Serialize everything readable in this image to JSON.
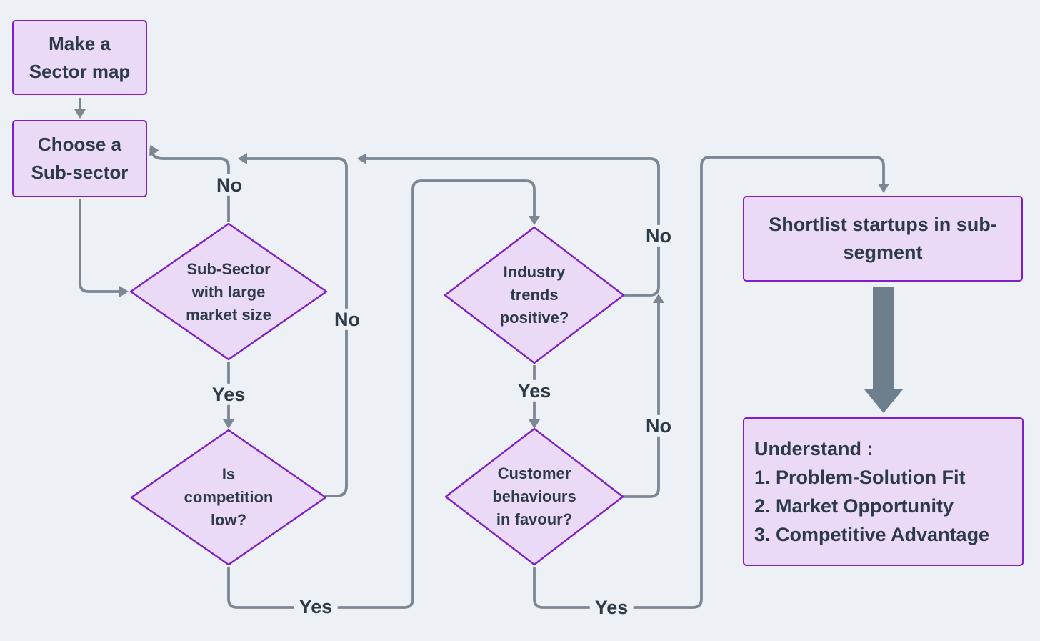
{
  "theme": {
    "bg": "#edf0f4",
    "node_fill": "#eadaf7",
    "node_border": "#7e1fc8",
    "line_color": "#7b8794",
    "solid_arrow": "#6d7e8c",
    "text_color": "#2d3a48"
  },
  "nodes": {
    "make_sector_map": {
      "lines": [
        "Make a",
        "Sector map"
      ]
    },
    "choose_subsector": {
      "lines": [
        "Choose a",
        "Sub-sector"
      ]
    },
    "large_market": {
      "lines": [
        "Sub-Sector",
        "with large",
        "market size"
      ]
    },
    "competition_low": {
      "lines": [
        "Is",
        "competition",
        "low?"
      ]
    },
    "industry_trends": {
      "lines": [
        "Industry",
        "trends",
        "positive?"
      ]
    },
    "customer_behaviours": {
      "lines": [
        "Customer",
        "behaviours",
        "in favour?"
      ]
    },
    "shortlist": {
      "lines": [
        "Shortlist startups in sub-",
        "segment"
      ]
    },
    "understand": {
      "lines": [
        "Understand :",
        "1. Problem-Solution Fit",
        "2. Market Opportunity",
        "3. Competitive Advantage"
      ]
    }
  },
  "edge_labels": {
    "large_market_no": "No",
    "large_market_yes": "Yes",
    "competition_no": "No",
    "competition_yes": "Yes",
    "trends_no": "No",
    "trends_yes": "Yes",
    "customer_no": "No",
    "customer_yes": "Yes"
  }
}
